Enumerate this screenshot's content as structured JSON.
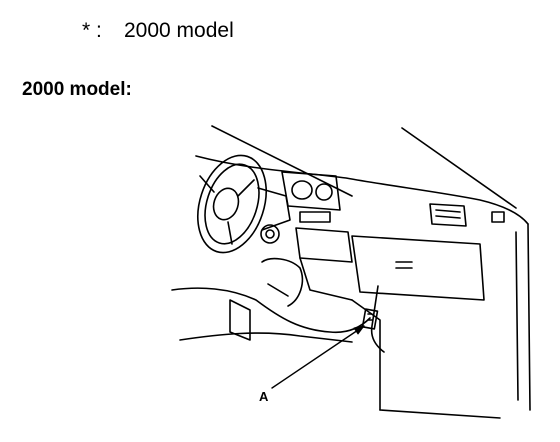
{
  "footnote": {
    "marker": "* :",
    "text": "2000 model"
  },
  "section": {
    "heading": "2000 model:"
  },
  "illustration": {
    "callout_label": "A"
  }
}
